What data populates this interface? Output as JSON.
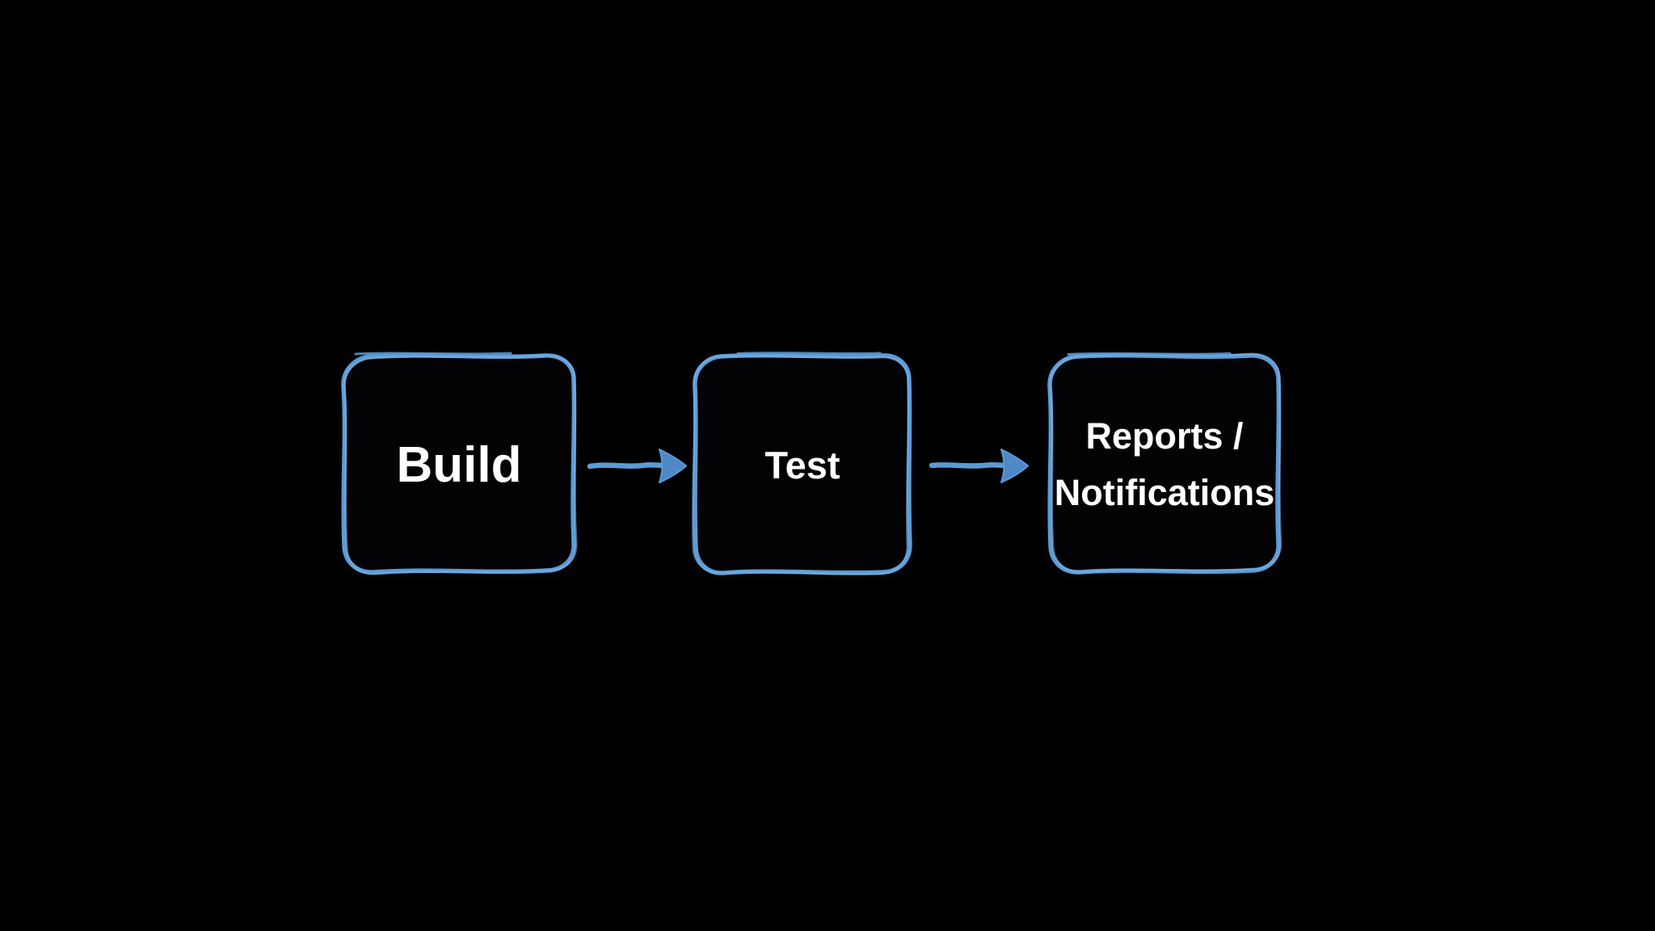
{
  "diagram": {
    "background_color": "#000000",
    "accent_color": "#5b9bd5",
    "accent_highlight_color": "#7fb3e3",
    "text_color": "#ffffff",
    "nodes": [
      {
        "id": "build",
        "lines": [
          "Build"
        ]
      },
      {
        "id": "test",
        "lines": [
          "Test"
        ]
      },
      {
        "id": "reports-notifications",
        "lines": [
          "Reports /",
          "Notifications"
        ]
      }
    ],
    "connectors": [
      {
        "from": "build",
        "to": "test",
        "direction": "right"
      },
      {
        "from": "test",
        "to": "reports-notifications",
        "direction": "right"
      }
    ]
  }
}
